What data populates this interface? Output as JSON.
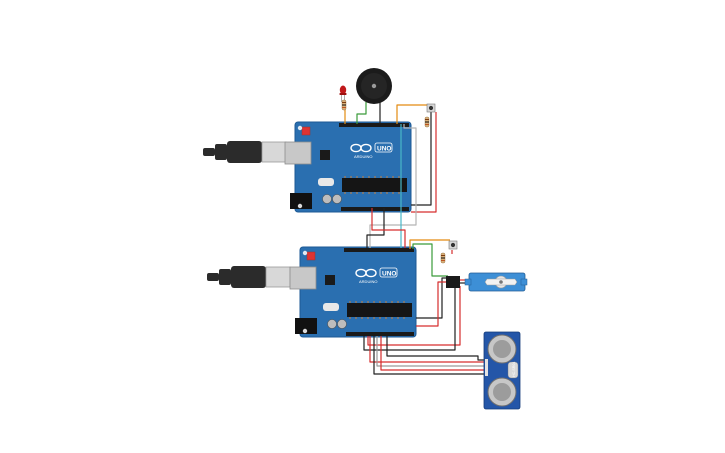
{
  "boards": {
    "top": {
      "brand": "ARDUINO",
      "model": "UNO"
    },
    "bottom": {
      "brand": "ARDUINO",
      "model": "UNO"
    }
  },
  "ultrasonic": {
    "model": "HC-SR04"
  },
  "colors": {
    "board": "#2a6fb0",
    "board_dark": "#1d5a95",
    "usb_cable": "#2b2b2b",
    "wire_red": "#d62d2d",
    "wire_black": "#202020",
    "wire_orange": "#e38b12",
    "wire_green": "#3a9b3a",
    "wire_gray": "#b5b5b5",
    "wire_cyan": "#48b8c8",
    "servo_body": "#3d8fd6",
    "sensor_board": "#2456a8",
    "led": "#c0181a"
  },
  "icons": {
    "buzzer": "buzzer-icon",
    "led": "led-icon",
    "pushbutton": "pushbutton-icon",
    "resistor": "resistor-icon",
    "servo": "servo-icon",
    "ultrasonic": "ultrasonic-sensor-icon",
    "usb": "usb-cable-icon"
  }
}
